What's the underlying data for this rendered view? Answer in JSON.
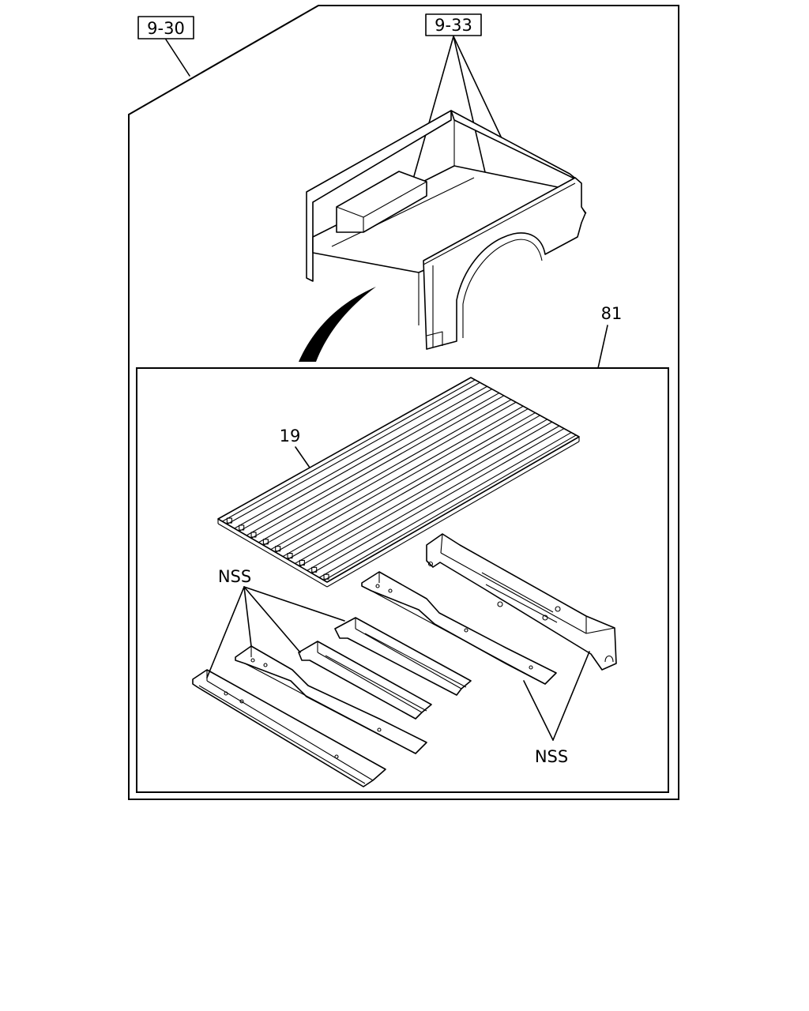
{
  "callouts": {
    "ref_930": "9-30",
    "ref_933": "9-33",
    "part_81": "81",
    "part_19": "19",
    "nss_left": "NSS",
    "nss_right": "NSS"
  },
  "colors": {
    "line": "#000000",
    "background": "#ffffff"
  }
}
